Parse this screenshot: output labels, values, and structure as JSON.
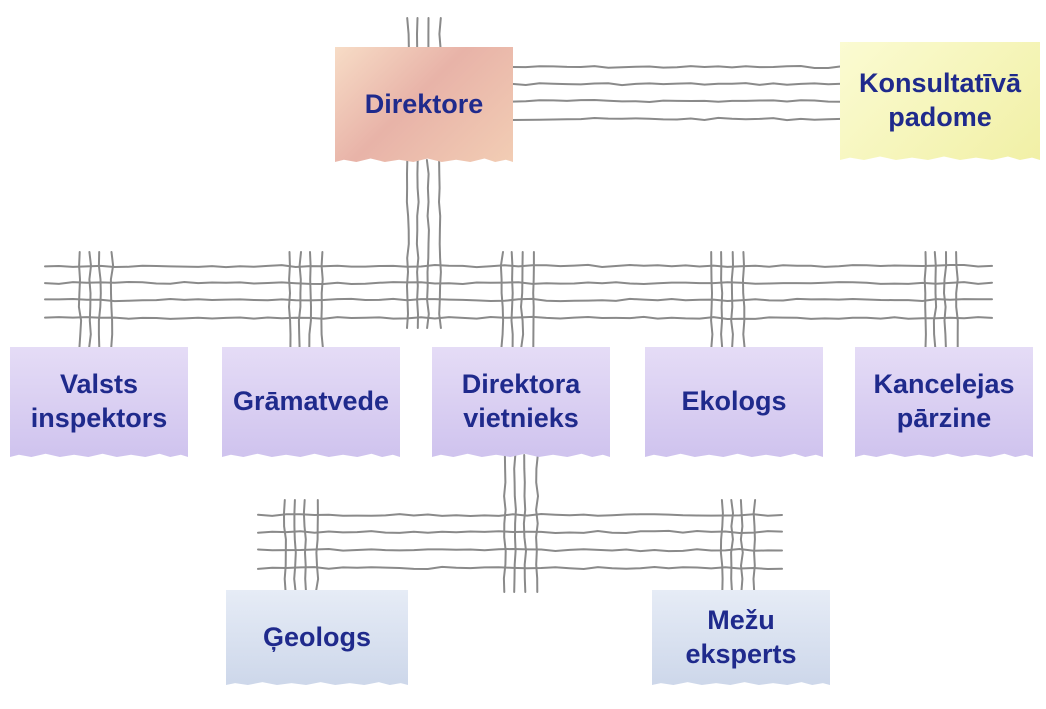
{
  "nodes": {
    "director": "Direktore",
    "council": {
      "line1": "Konsultatīvā",
      "line2": "padome"
    },
    "inspector": {
      "line1": "Valsts",
      "line2": "inspektors"
    },
    "accountant": "Grāmatvede",
    "deputy": {
      "line1": "Direktora",
      "line2": "vietnieks"
    },
    "ecologist": "Ekologs",
    "office_manager": {
      "line1": "Kancelejas",
      "line2": "pārzine"
    },
    "geologist": "Ģeologs",
    "forest_expert": {
      "line1": "Mežu",
      "line2": "eksperts"
    }
  },
  "colors": {
    "text": "#1f2a8c",
    "director_box": "#efc6b6",
    "council_box": "#f4f3b4",
    "staff_box": "#d8cdf2",
    "expert_box": "#d9e1f0",
    "box_shadow": "#5c8f3a",
    "wire": "#8a8a8a"
  }
}
